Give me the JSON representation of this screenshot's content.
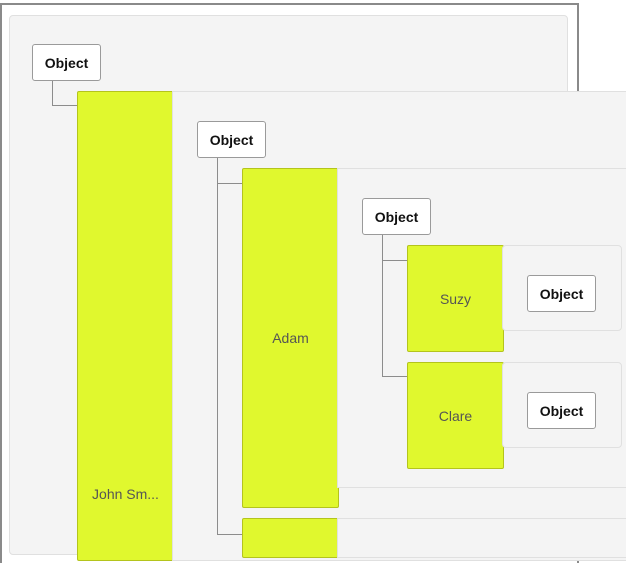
{
  "object_label": "Object",
  "nodes": {
    "root": {
      "label": "John Sm..."
    },
    "child": {
      "label": "Adam"
    },
    "grandchild_1": {
      "label": "Suzy"
    },
    "grandchild_2": {
      "label": "Clare"
    },
    "second_child": {
      "label": ""
    }
  },
  "colors": {
    "node_fill": "#e0f82e",
    "panel_fill": "#f4f4f4",
    "connector": "#8c8c8c"
  }
}
